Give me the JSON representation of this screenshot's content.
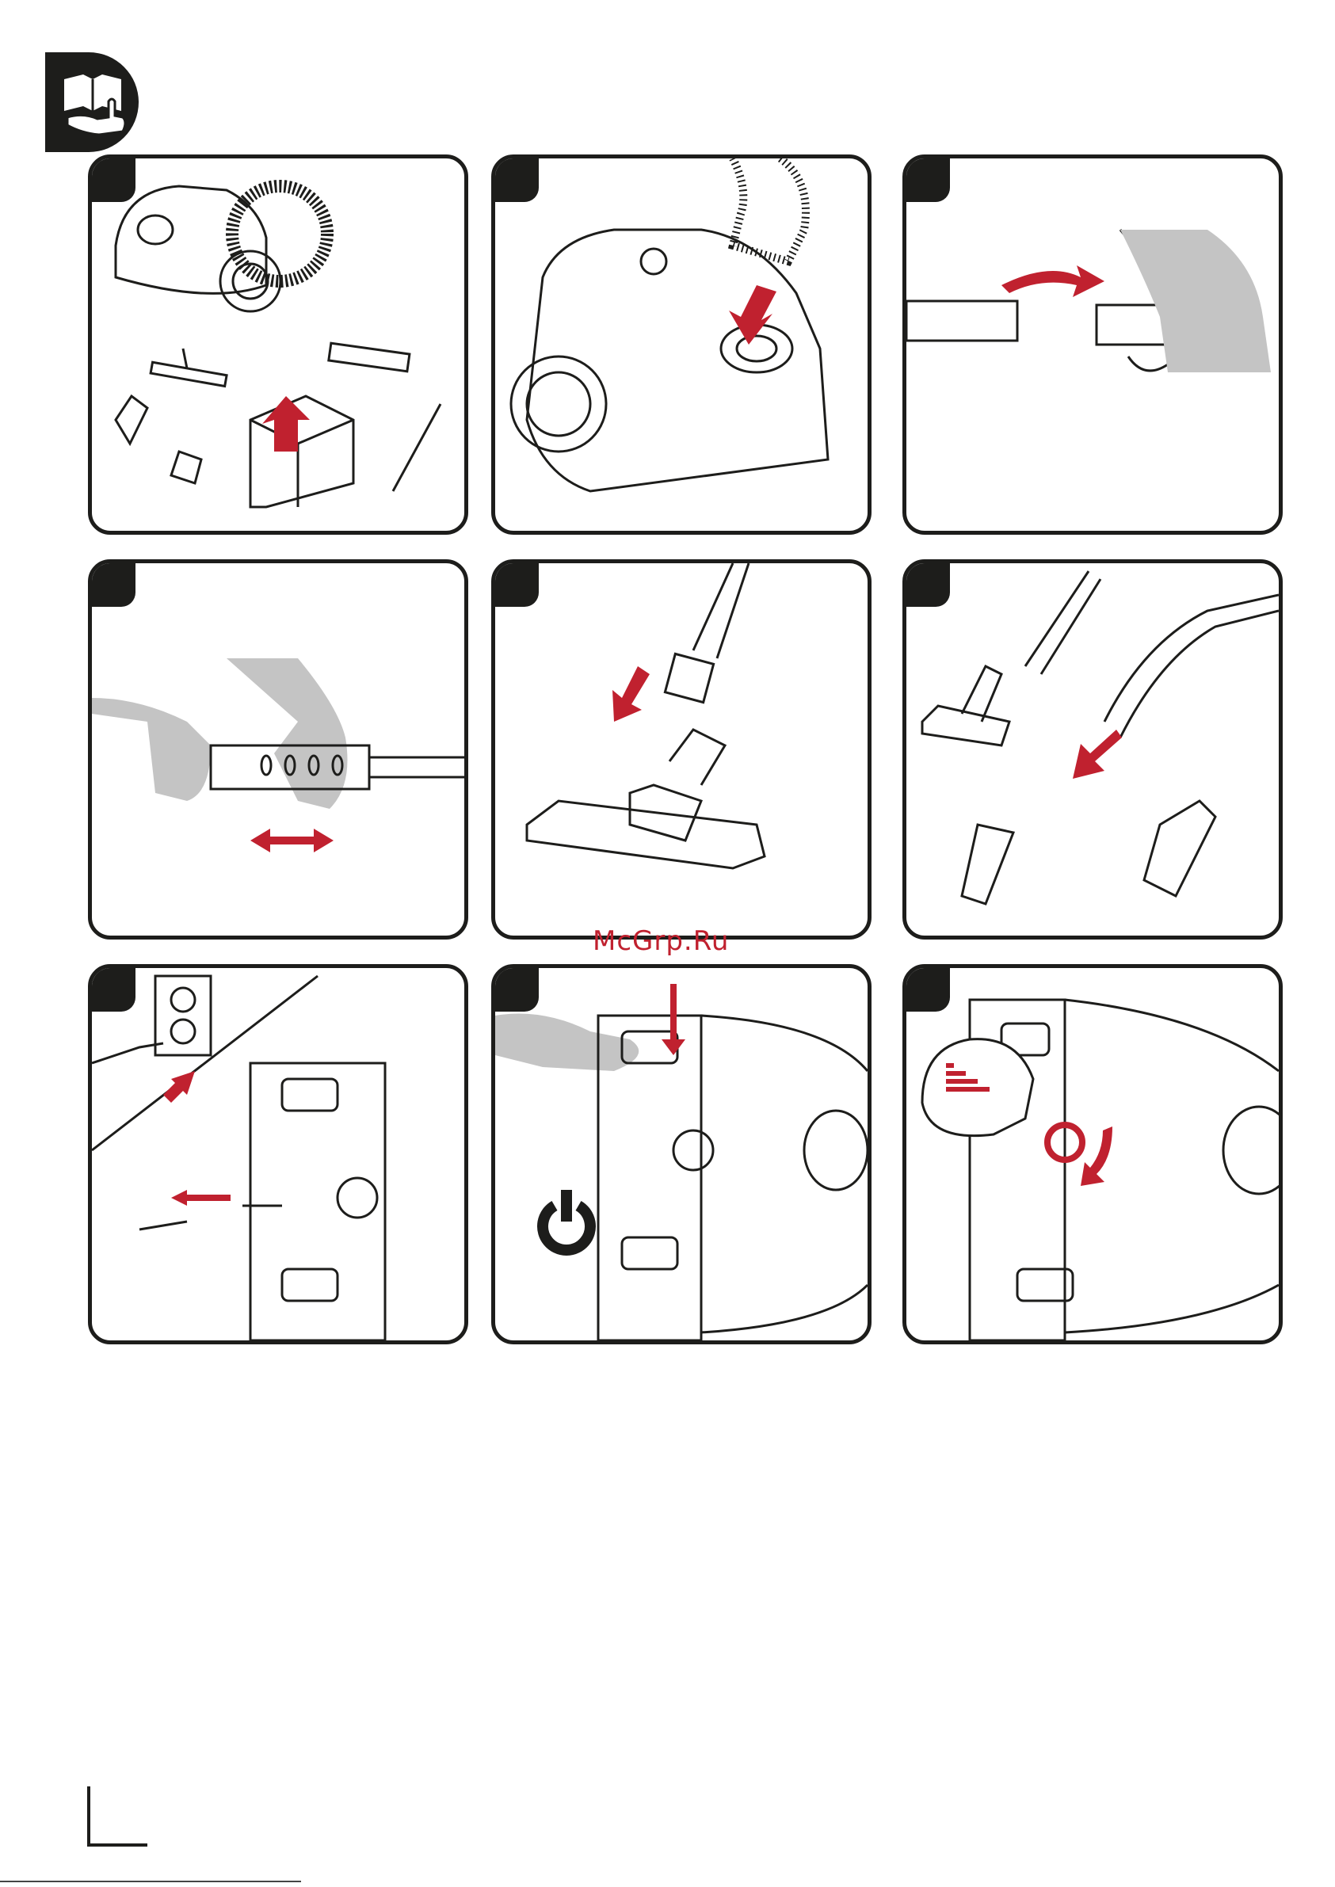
{
  "header": {
    "icon": "manual-hand-icon"
  },
  "panels": [
    {
      "id": "1",
      "illustration": "unpack-accessories"
    },
    {
      "id": "2",
      "illustration": "attach-hose"
    },
    {
      "id": "3",
      "illustration": "connect-pipe"
    },
    {
      "id": "4",
      "illustration": "adjust-telescopic-tube"
    },
    {
      "id": "5",
      "illustration": "attach-floor-nozzle"
    },
    {
      "id": "6",
      "illustration": "accessory-nozzles"
    },
    {
      "id": "7",
      "illustration": "plug-in-cord"
    },
    {
      "id": "8",
      "illustration": "press-power-button"
    },
    {
      "id": "9",
      "illustration": "adjust-suction-power"
    }
  ],
  "watermark": "McGrp.Ru",
  "colors": {
    "accent": "#c0212f",
    "ink": "#1d1d1b"
  }
}
